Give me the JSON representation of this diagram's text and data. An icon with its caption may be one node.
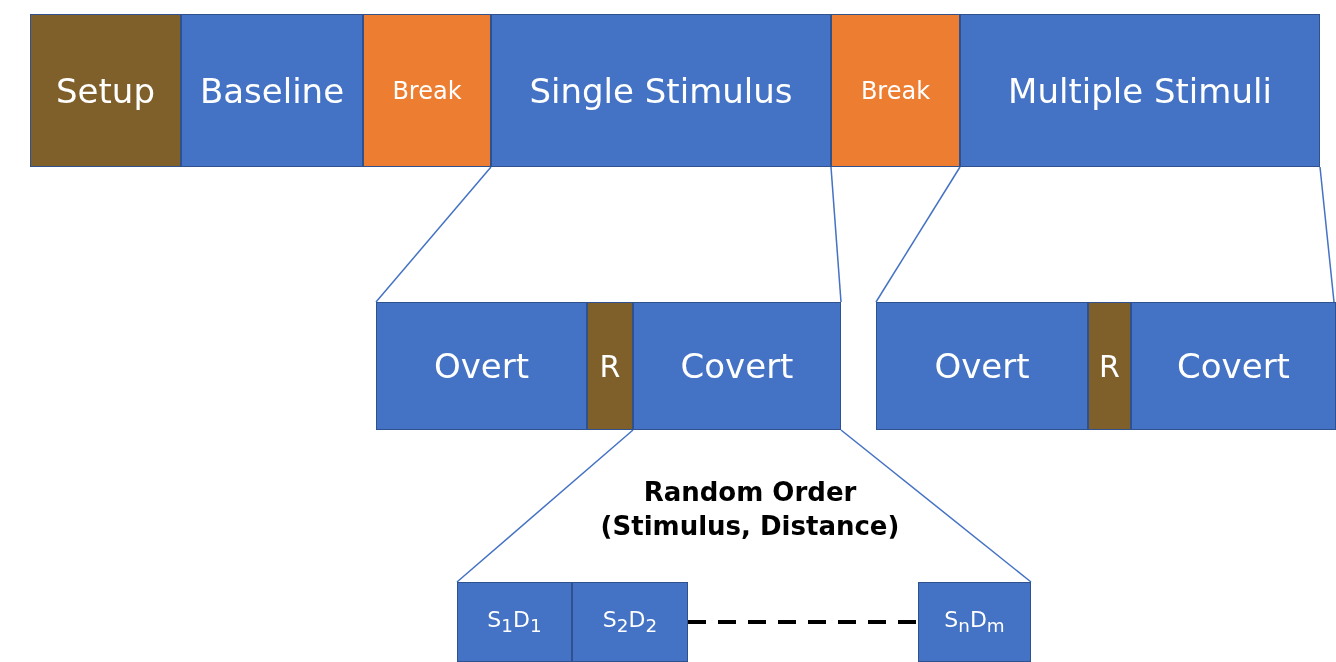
{
  "diagram": {
    "nodes": [
      {
        "text": [
          "Setup"
        ]
      },
      {
        "text": [
          "Baseline"
        ]
      },
      {
        "text": [
          "Break"
        ]
      },
      {
        "text": [
          "Single Stimulus"
        ]
      },
      {
        "text": [
          "Break"
        ]
      },
      {
        "text": [
          "Multiple Stimuli"
        ]
      },
      {
        "text": [
          "Overt"
        ]
      },
      {
        "text": [
          "R"
        ]
      },
      {
        "text": [
          "Covert"
        ]
      },
      {
        "text": [
          "Overt"
        ]
      },
      {
        "text": [
          "R"
        ]
      },
      {
        "text": [
          "Covert"
        ]
      },
      {
        "text": [
          "S$_{1}$D$_{1}$"
        ]
      },
      {
        "text": [
          "S$_{2}$D$_{2}$"
        ]
      },
      {
        "text": [
          "S$_{n}$D$_{m}$"
        ]
      }
    ],
    "edges": [
      {
        "from": 3,
        "to": 6,
        "arrow": "none"
      },
      {
        "from": 3,
        "to": 8,
        "arrow": "none"
      },
      {
        "from": 5,
        "to": 9,
        "arrow": "none"
      },
      {
        "from": 5,
        "to": 11,
        "arrow": "none"
      },
      {
        "from": 8,
        "to": 12,
        "arrow": "none"
      },
      {
        "from": 8,
        "to": 14,
        "arrow": "none"
      },
      {
        "from": 13,
        "to": 14,
        "arrow": "none",
        "style": "dashed",
        "color": "#000000"
      }
    ],
    "labels": [
      "Random Order (Stimulus, Distance)"
    ]
  }
}
